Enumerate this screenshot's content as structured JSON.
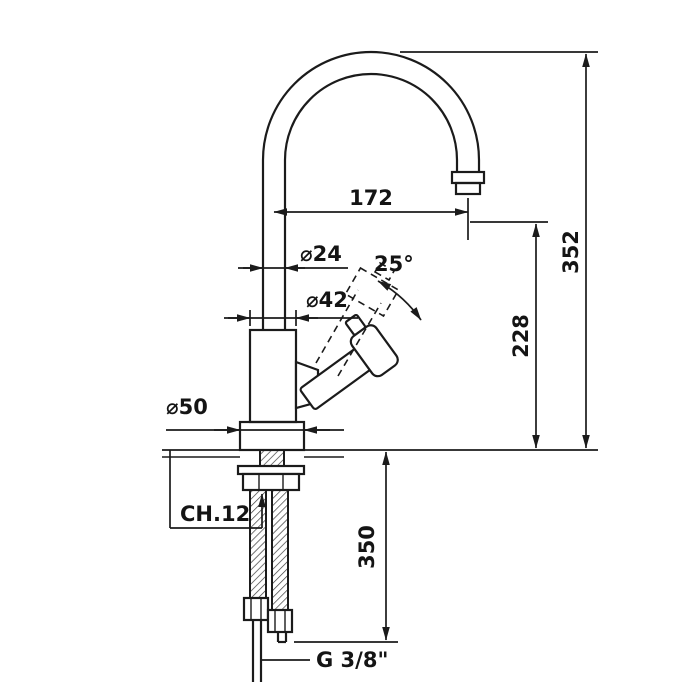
{
  "drawing": {
    "type": "single-lever-sink-mixer-dimension-drawing",
    "line_color": "#1b1b1b",
    "labels": {
      "spout_reach": "172",
      "pipe_diameter": "⌀24",
      "handle_angle": "25°",
      "body_diameter": "⌀42",
      "base_diameter": "⌀50",
      "wrench_size": "CH.12",
      "total_height": "352",
      "outlet_height": "228",
      "hose_length": "350",
      "thread": "G 3/8\""
    }
  }
}
